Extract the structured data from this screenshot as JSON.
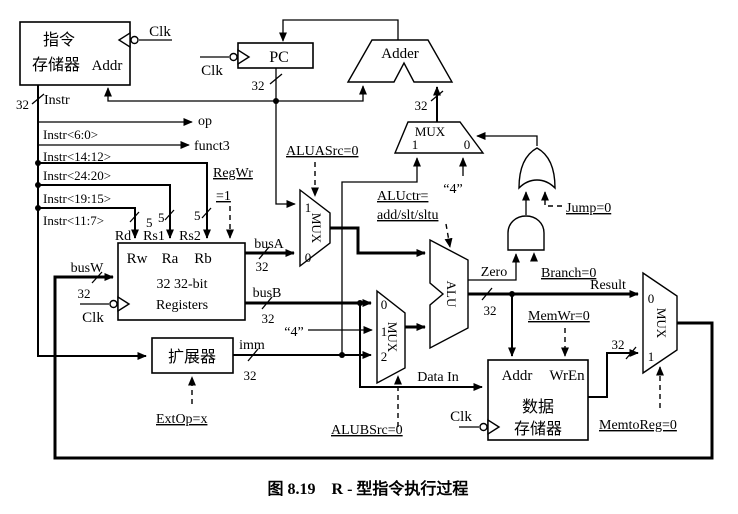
{
  "caption": "图 8.19　R - 型指令执行过程",
  "common": {
    "bus32": "32",
    "bus5": "5",
    "clk": "Clk",
    "mux": "MUX",
    "in0": "0",
    "in1": "1",
    "in2": "2",
    "four": "“4”"
  },
  "instr_mem": {
    "line1": "指令",
    "line2": "存储器",
    "port": "Addr"
  },
  "pc": {
    "label": "PC"
  },
  "adder": {
    "label": "Adder"
  },
  "regfile": {
    "rw": "Rw",
    "ra": "Ra",
    "rb": "Rb",
    "size": "32 32-bit",
    "name": "Registers",
    "rd": "Rd",
    "rs1": "Rs1",
    "rs2": "Rs2"
  },
  "extender": {
    "label": "扩展器"
  },
  "data_mem": {
    "addr": "Addr",
    "wren": "WrEn",
    "line1": "数据",
    "line2": "存储器",
    "data_in": "Data In"
  },
  "alu": {
    "label": "ALU",
    "zero": "Zero",
    "result": "Result"
  },
  "wires": {
    "instr": "Instr",
    "instr_6_0": "Instr<6:0>",
    "op": "op",
    "instr_14_12": "Instr<14:12>",
    "funct3": "funct3",
    "instr_24_20": "Instr<24:20>",
    "instr_19_15": "Instr<19:15>",
    "instr_11_7": "Instr<11:7>",
    "busw": "busW",
    "busa": "busA",
    "busb": "busB",
    "imm": "imm"
  },
  "controls": {
    "regwr": "RegWr",
    "regwr_val": "=1",
    "aluasrc": "ALUASrc=0",
    "aluctr_line1": "ALUctr=",
    "aluctr_line2": "add/slt/sltu",
    "alubsrc": "ALUBSrc=0",
    "extop": "ExtOp=x",
    "jump": "Jump=0",
    "branch": "Branch=0",
    "memwr": "MemWr=0",
    "memtoreg": "MemtoReg=0"
  }
}
